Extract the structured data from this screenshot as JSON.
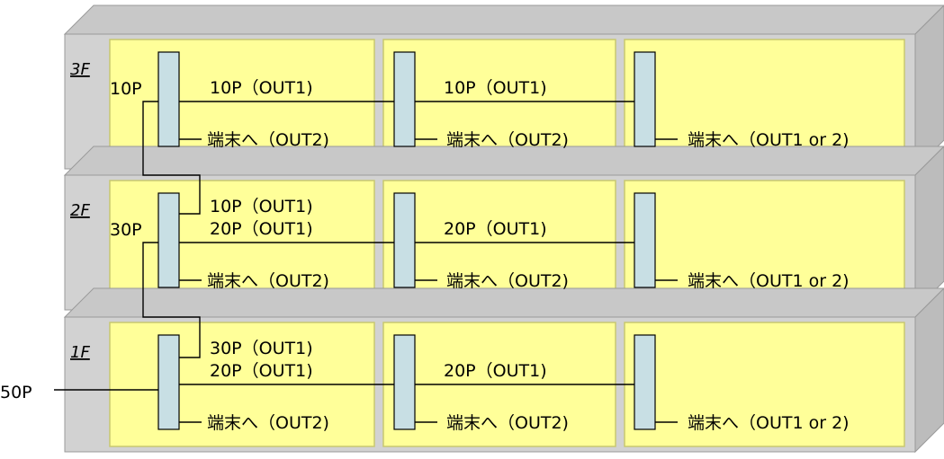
{
  "feed": {
    "label": "50P"
  },
  "colors": {
    "floor_front": "#d2d2d2",
    "floor_top": "#c8c8c8",
    "floor_side": "#bcbcbc",
    "outline": "#9a9a9a",
    "box_fill": "#ffff99",
    "box_stroke": "#c8c870",
    "splitter_fill": "#c8dfe4",
    "line": "#000000"
  },
  "floors": [
    {
      "name": "3F",
      "input_label": "10P",
      "cells": [
        {
          "out1": "10P（OUT1)",
          "out2": "端末へ（OUT2)"
        },
        {
          "out1": "10P（OUT1)",
          "out2": "端末へ（OUT2)"
        },
        {
          "out1": "",
          "out2": "端末へ（OUT1 or 2)"
        }
      ],
      "riser_label": ""
    },
    {
      "name": "2F",
      "input_label": "30P",
      "cells": [
        {
          "out1": "20P（OUT1)",
          "out2": "端末へ（OUT2)"
        },
        {
          "out1": "20P（OUT1)",
          "out2": "端末へ（OUT2)"
        },
        {
          "out1": "",
          "out2": "端末へ（OUT1 or 2)"
        }
      ],
      "riser_label": "10P（OUT1)"
    },
    {
      "name": "1F",
      "input_label": "",
      "cells": [
        {
          "out1": "20P（OUT1)",
          "out2": "端末へ（OUT2)"
        },
        {
          "out1": "20P（OUT1)",
          "out2": "端末へ（OUT2)"
        },
        {
          "out1": "",
          "out2": "端末へ（OUT1 or 2)"
        }
      ],
      "riser_label": "30P（OUT1)"
    }
  ]
}
